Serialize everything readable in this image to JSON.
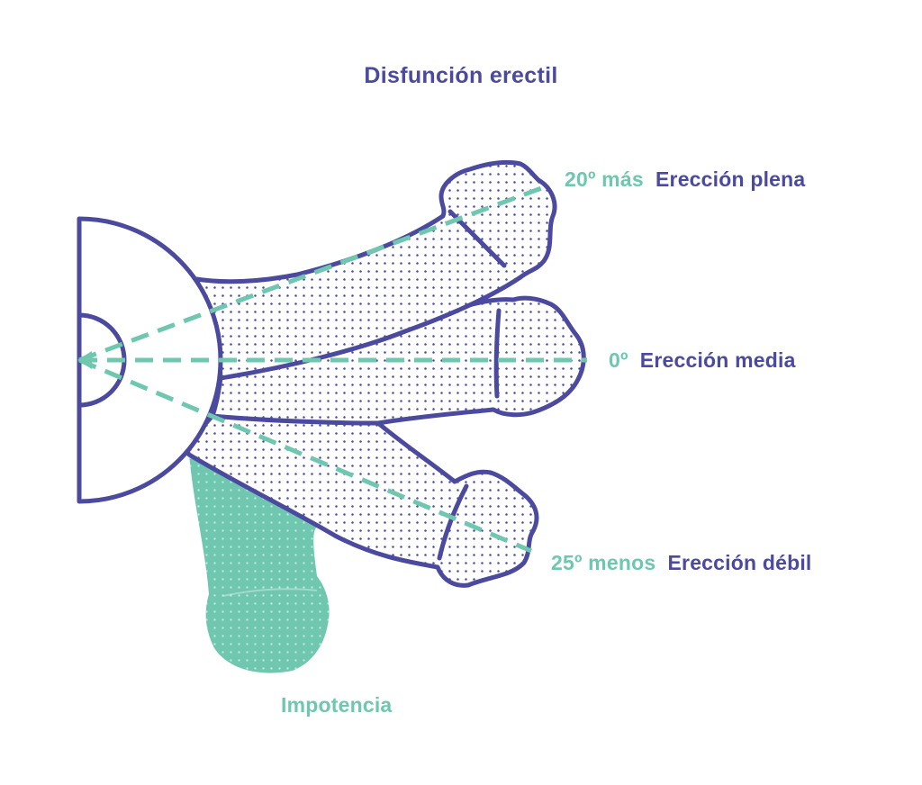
{
  "title": "Disfunción erectil",
  "labels": {
    "full": {
      "angle": "20º más",
      "state": "Erección plena"
    },
    "medium": {
      "angle": "0º",
      "state": "Erección media"
    },
    "weak": {
      "angle": "25º menos",
      "state": "Erección débil"
    },
    "impotence": "Impotencia"
  },
  "colors": {
    "primary": "#4b4a9e",
    "accent": "#6fc7b0"
  }
}
